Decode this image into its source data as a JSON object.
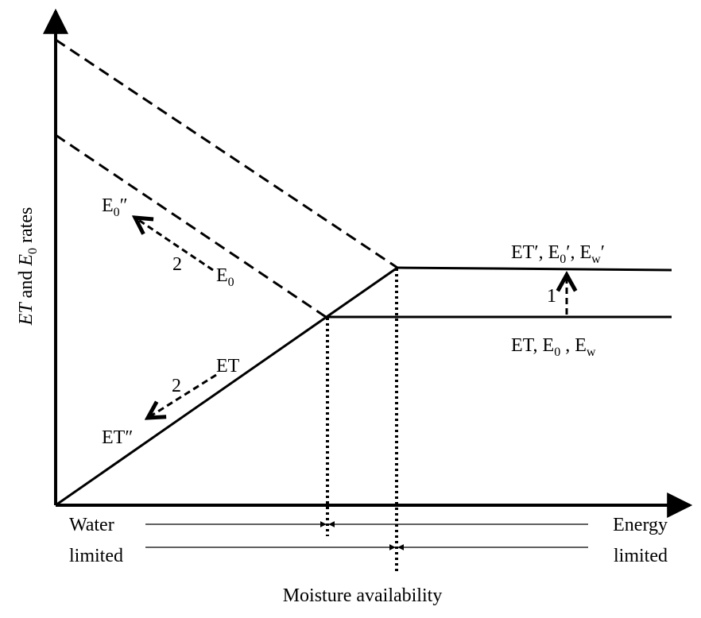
{
  "axes": {
    "y_label": {
      "prefix": "ET",
      "mid": " and ",
      "main": "E",
      "sub": "0",
      "suffix": " rates"
    },
    "x_label": "Moisture availability"
  },
  "regions": {
    "water_line1": "Water",
    "water_line2": "limited",
    "energy_line1": "Energy",
    "energy_line2": "limited"
  },
  "labels": {
    "baseline": {
      "et": "ET, E",
      "sub0": "0",
      "sep": " , E",
      "subw": "w"
    },
    "shifted": {
      "et": "ET′, E",
      "sub0": "0",
      "p1": "′, E",
      "subw": "w",
      "p2": "′"
    },
    "e0_double": {
      "main": "E",
      "sub": "0",
      "prime": "″"
    },
    "e0": {
      "main": "E",
      "sub": "0"
    },
    "et": "ET",
    "et_double": "ET″",
    "arrow1": "1",
    "arrow2_upper": "2",
    "arrow2_lower": "2"
  },
  "colors": {
    "ink": "#000000",
    "background": "#ffffff"
  }
}
